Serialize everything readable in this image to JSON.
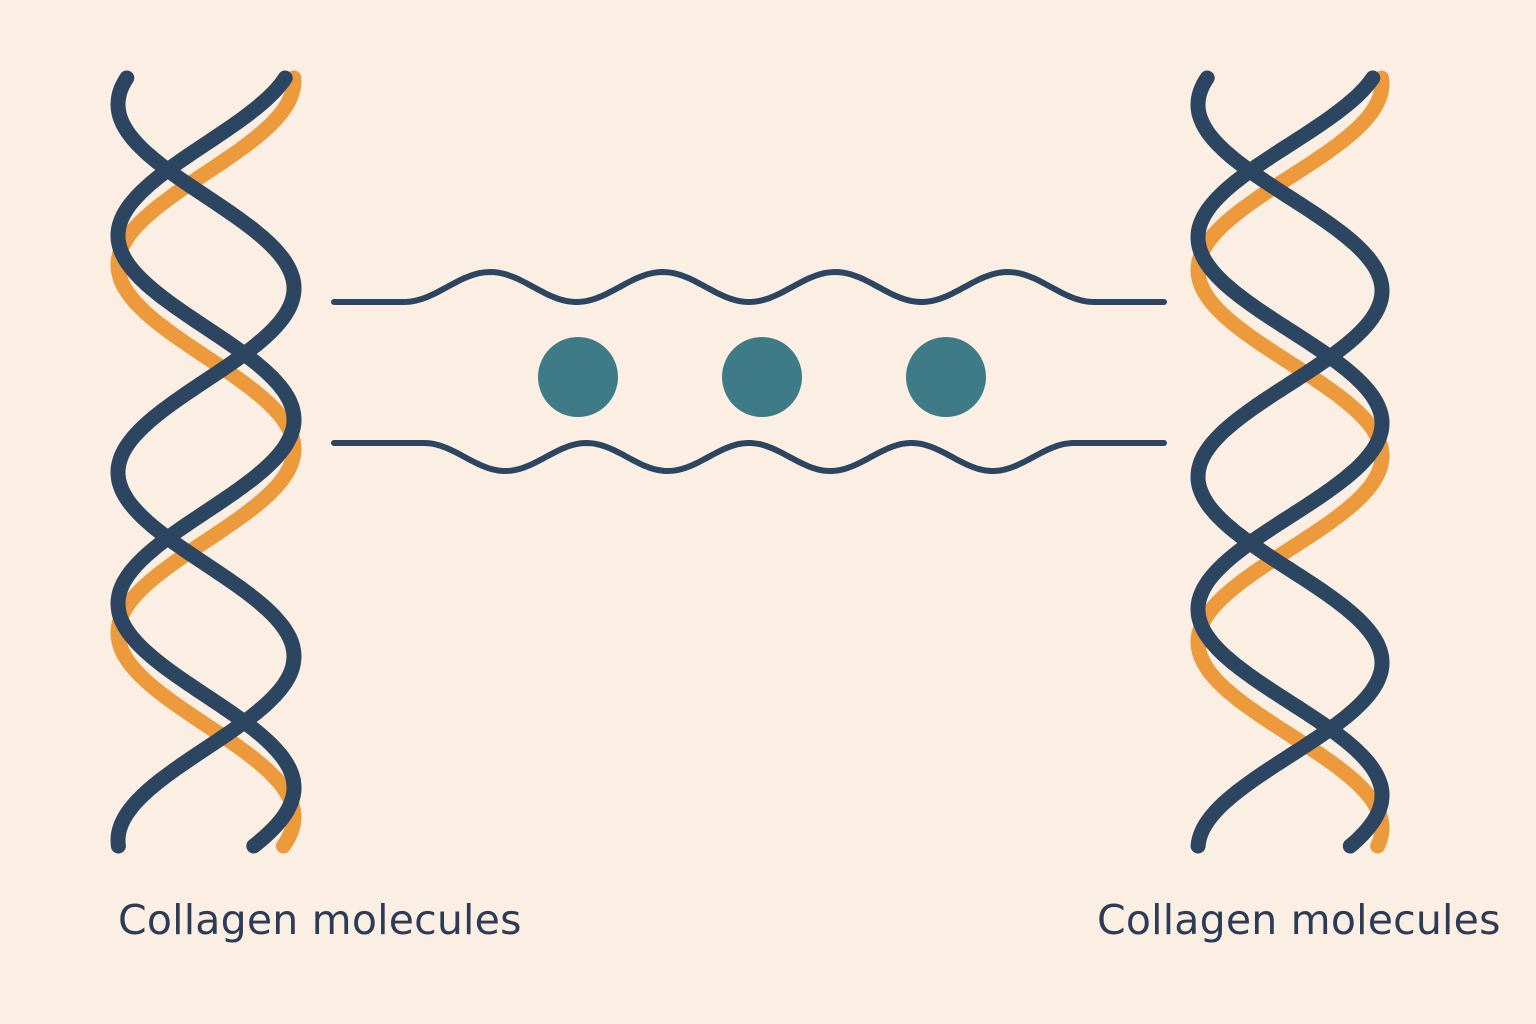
{
  "labels": {
    "left_molecule": "Collagen molecules",
    "right_molecule": "Collagen molecules"
  },
  "colors": {
    "background": "#faefe2",
    "strand_dark": "#2c4661",
    "strand_accent": "#ec9a3c",
    "linker_line": "#2c4661",
    "crosslink_node": "#3f7b87",
    "label_text": "#2c3c57"
  },
  "diagram": {
    "molecules": [
      {
        "name": "collagen-molecule-left",
        "strands": [
          "dark",
          "dark",
          "accent"
        ]
      },
      {
        "name": "collagen-molecule-right",
        "strands": [
          "dark",
          "dark",
          "accent"
        ]
      }
    ],
    "connector": {
      "wavy_lines": 2,
      "crosslink_nodes": 3
    }
  }
}
